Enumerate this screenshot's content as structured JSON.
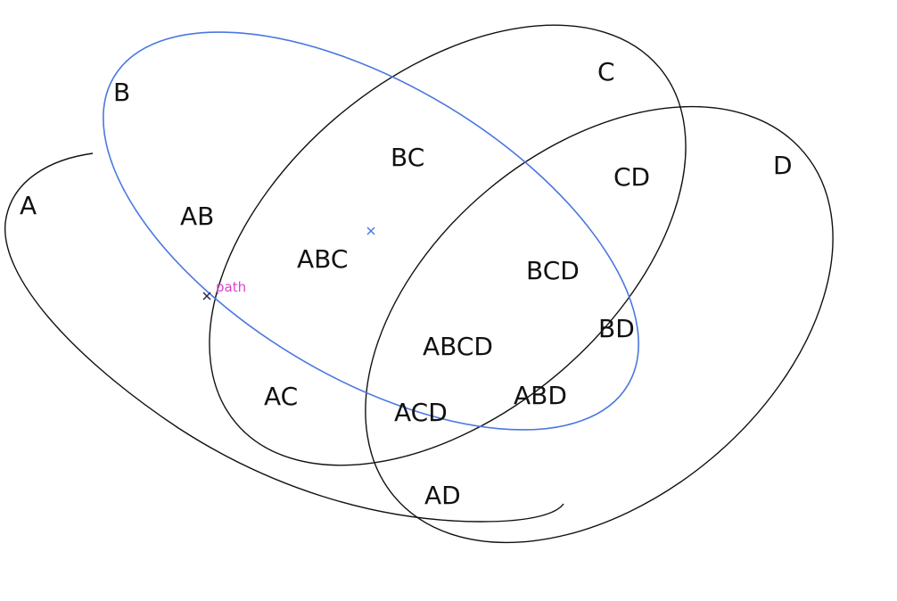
{
  "diagram": {
    "sets": [
      {
        "id": "A",
        "label": "A",
        "selected": false
      },
      {
        "id": "B",
        "label": "B",
        "selected": true
      },
      {
        "id": "C",
        "label": "C",
        "selected": false
      },
      {
        "id": "D",
        "label": "D",
        "selected": false
      }
    ],
    "regions": {
      "AB": "AB",
      "BC": "BC",
      "ABC": "ABC",
      "CD": "CD",
      "BCD": "BCD",
      "BD": "BD",
      "ABCD": "ABCD",
      "AC": "AC",
      "ACD": "ACD",
      "ABD": "ABD",
      "AD": "AD"
    },
    "anchor_hint": "path"
  },
  "colors": {
    "outline": "#111111",
    "selected_outline": "#4a78e0",
    "hint_text": "#e040d0",
    "center_marker": "#4a78e0",
    "anchor_marker": "#222244"
  }
}
